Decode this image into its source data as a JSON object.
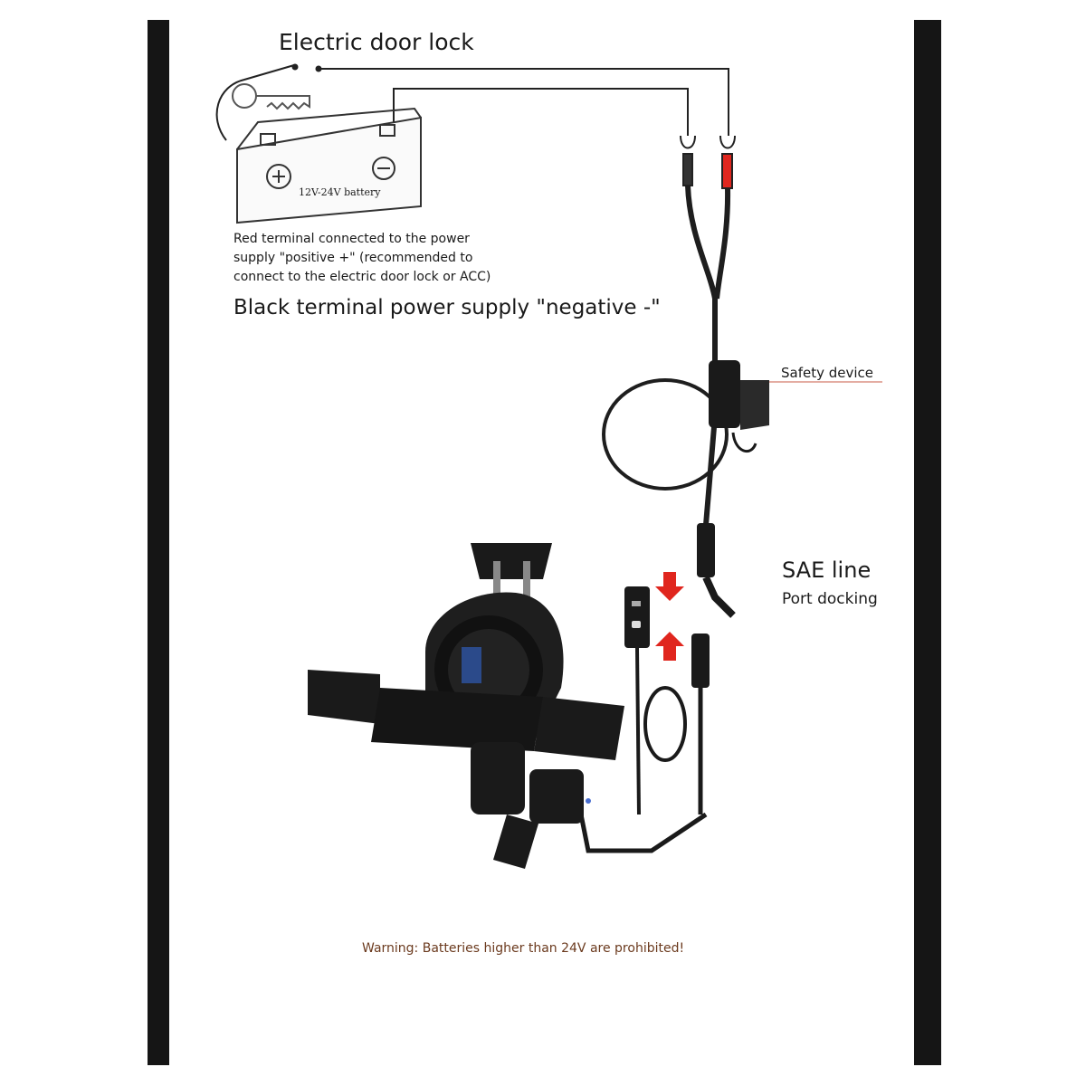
{
  "labels": {
    "title": "Electric door lock",
    "red_terminal_note": "Red terminal connected to the power supply \"positive +\" (recommended to connect to the electric door lock or ACC)",
    "black_terminal_note": "Black terminal power supply \"negative -\"",
    "battery": "12V-24V battery",
    "safety_device": "Safety device",
    "sae_line": "SAE line",
    "port_docking": "Port docking",
    "warning": "Warning: Batteries higher than 24V are prohibited!"
  },
  "colors": {
    "frame": "#151515",
    "wire": "#222222",
    "red_terminal": "#e0261e",
    "arrow": "#e0261e",
    "warning_text": "#6b3a1e"
  },
  "icons": {
    "key": "key-icon",
    "battery": "battery-icon",
    "phone_mount": "phone-mount-icon"
  }
}
